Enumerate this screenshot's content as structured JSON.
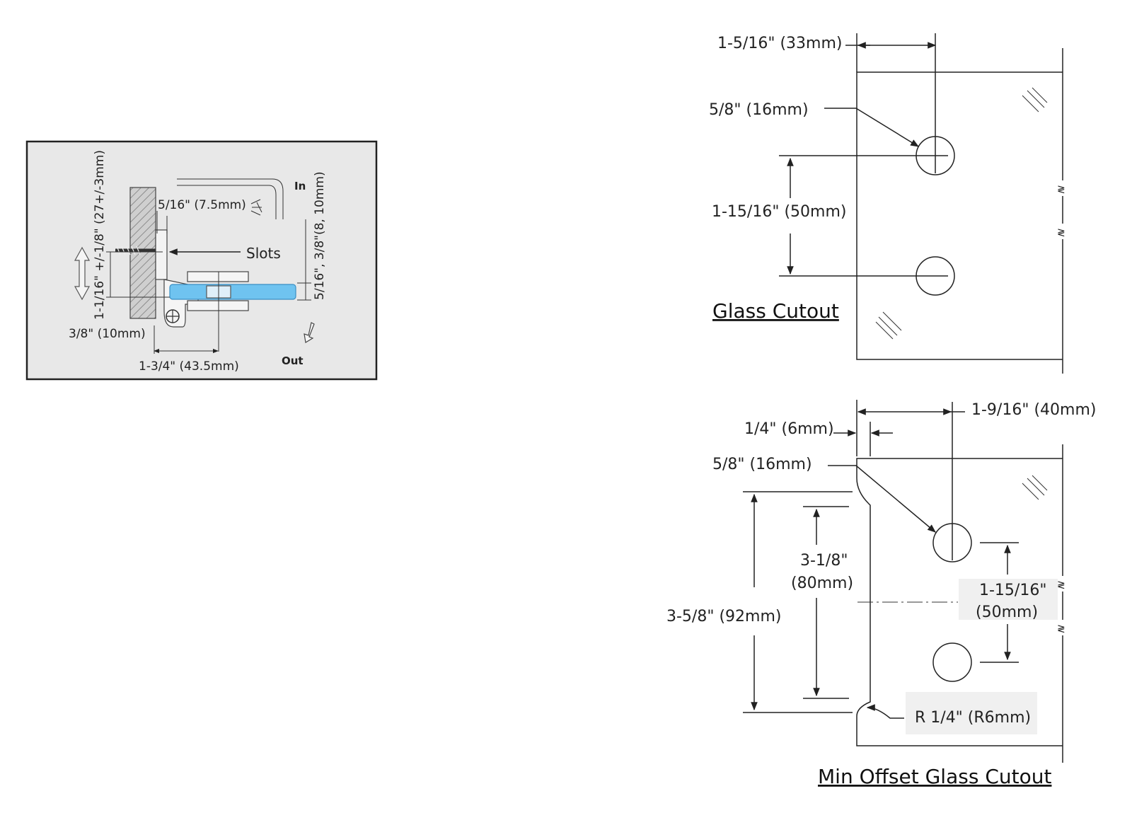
{
  "hinge_detail": {
    "labels": {
      "gap": "5/16\" (7.5mm)",
      "in": "In",
      "slots": "Slots",
      "out": "Out",
      "offset": "3/8\" (10mm)",
      "depth": "1-3/4\" (43.5mm)",
      "vertical_adjust": "1-1/16\" +/-1/8\" (27+/-3mm)",
      "glass_thickness": "5/16\", 3/8\"(8, 10mm)"
    },
    "glass_color": "#6fc3f0"
  },
  "glass_cutout": {
    "title": "Glass Cutout",
    "labels": {
      "edge_to_center": "1-5/16\" (33mm)",
      "hole_diameter": "5/8\" (16mm)",
      "hole_spacing": "1-15/16\" (50mm)"
    }
  },
  "min_offset_cutout": {
    "title": "Min Offset Glass Cutout",
    "labels": {
      "edge_to_center": "1-9/16\" (40mm)",
      "notch_depth": "1/4\" (6mm)",
      "hole_diameter": "5/8\" (16mm)",
      "notch_inner_line1": "3-1/8\"",
      "notch_inner_line2": "(80mm)",
      "notch_outer": "3-5/8\" (92mm)",
      "hole_spacing_line1": "1-15/16\"",
      "hole_spacing_line2": "(50mm)",
      "radius": "R 1/4\" (R6mm)"
    }
  }
}
